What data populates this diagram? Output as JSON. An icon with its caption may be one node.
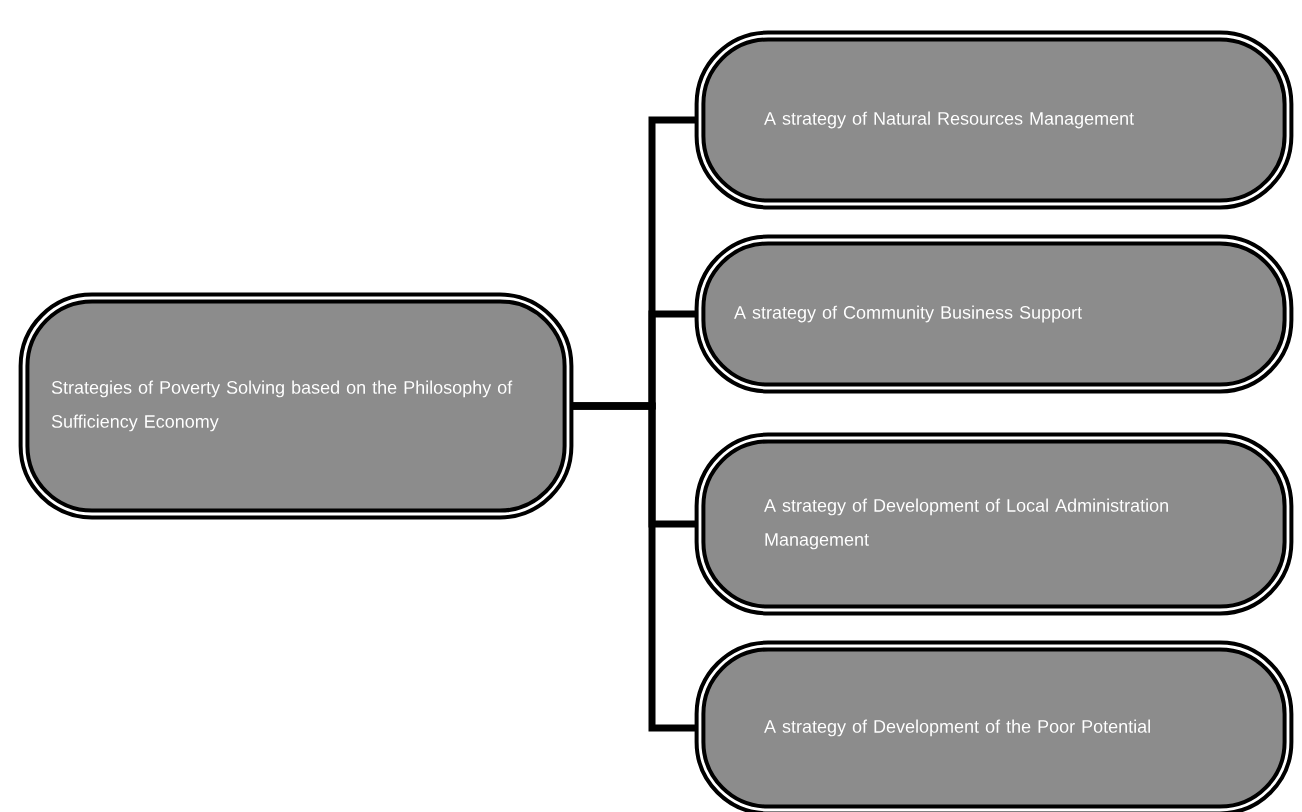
{
  "diagram": {
    "nodes": [
      {
        "text": [
          "Strategies of Poverty Solving based on the Philosophy of Sufficiency Economy"
        ]
      },
      {
        "text": [
          "A strategy of Natural Resources Management"
        ]
      },
      {
        "text": [
          "A strategy of Community Business Support"
        ]
      },
      {
        "text": [
          "A strategy of Development of Local Administration Management"
        ]
      },
      {
        "text": [
          "A strategy of Development of the Poor Potential"
        ]
      }
    ],
    "edges": [
      {
        "from": 0,
        "to": 1,
        "arrow": "none"
      },
      {
        "from": 0,
        "to": 2,
        "arrow": "none"
      },
      {
        "from": 0,
        "to": 3,
        "arrow": "none"
      },
      {
        "from": 0,
        "to": 4,
        "arrow": "none"
      }
    ]
  }
}
